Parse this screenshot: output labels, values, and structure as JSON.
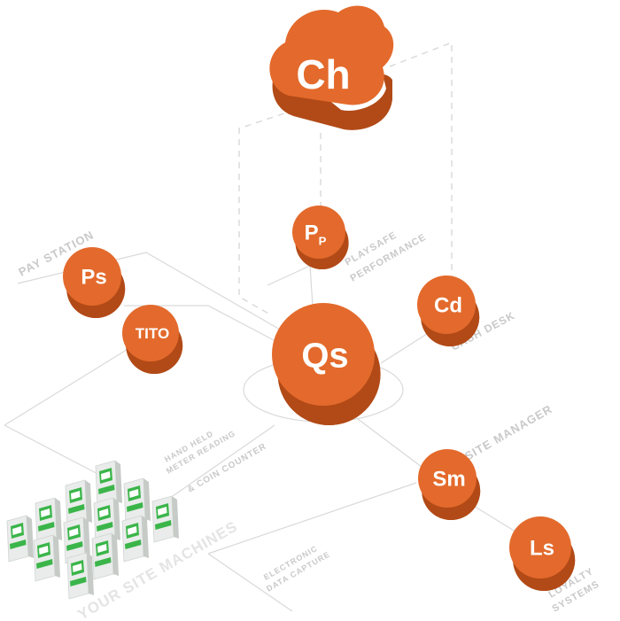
{
  "colors": {
    "node_top": "#e36a2c",
    "node_side": "#b24a17",
    "node_edge": "#8f3a10",
    "line": "#d9d9d9",
    "caption": "#c9c9c9",
    "machine_body": "#e9ecea",
    "machine_green": "#3bb54a",
    "machine_base": "#c7cbc8"
  },
  "nodes": {
    "cloud": {
      "label": "Ch"
    },
    "pp": {
      "label": "P",
      "sub": "P"
    },
    "ps": {
      "label": "Ps"
    },
    "tito": {
      "label": "TITO"
    },
    "cd": {
      "label": "Cd"
    },
    "qs": {
      "label": "Qs"
    },
    "sm": {
      "label": "Sm"
    },
    "ls": {
      "label": "Ls"
    }
  },
  "captions": {
    "pay_station": "PAY STATION",
    "playsafe_line1": "PLAYSAFE",
    "playsafe_line2": "PERFORMANCE",
    "cash_desk": "CASH DESK",
    "site_manager": "SITE MANAGER",
    "hand_held_line1": "HAND HELD",
    "hand_held_line2": "METER READING",
    "coin_counter": "& COIN COUNTER",
    "site_machines": "YOUR SITE MACHINES",
    "electronic_line1": "ELECTRONIC",
    "electronic_line2": "DATA CAPTURE",
    "loyalty_line1": "LOYALTY",
    "loyalty_line2": "SYSTEMS"
  }
}
